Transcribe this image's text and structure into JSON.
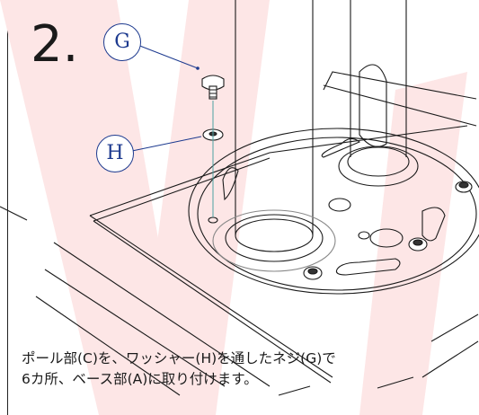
{
  "step": {
    "number": "2."
  },
  "callouts": {
    "g": "G",
    "h": "H"
  },
  "instruction": {
    "line1": "ポール部(C)を、ワッシャー(H)を通したネジ(G)で",
    "line2": "6カ所、ベース部(A)に取り付けます。"
  },
  "colors": {
    "callout_line": "#1d3a8f",
    "watermark": "#fde8e8",
    "drawing_line": "#1a1a1a"
  }
}
